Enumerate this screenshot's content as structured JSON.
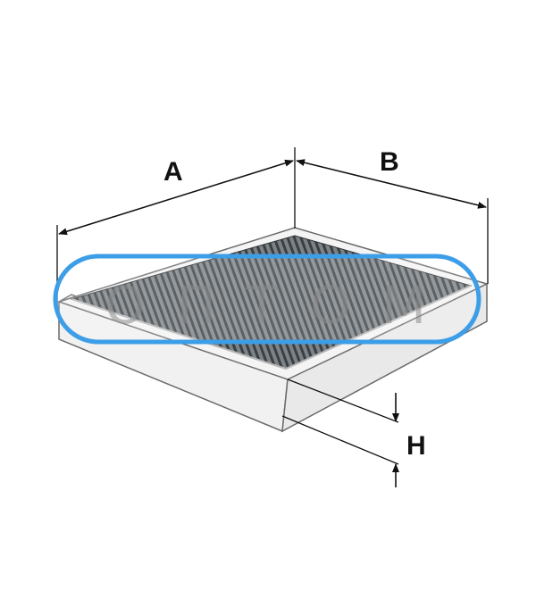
{
  "dimensions": {
    "a_label": "A",
    "b_label": "B",
    "h_label": "H"
  },
  "watermark": {
    "letters": [
      "О",
      "П",
      "Т",
      "О",
      "М"
    ],
    "ring_color": "#3d9ee8"
  },
  "colors": {
    "frame": "#efefef",
    "frame_edge": "#6b6b6b",
    "media": "#6e757a",
    "pleat_line": "#2f3336",
    "dimension_line": "#111111"
  }
}
